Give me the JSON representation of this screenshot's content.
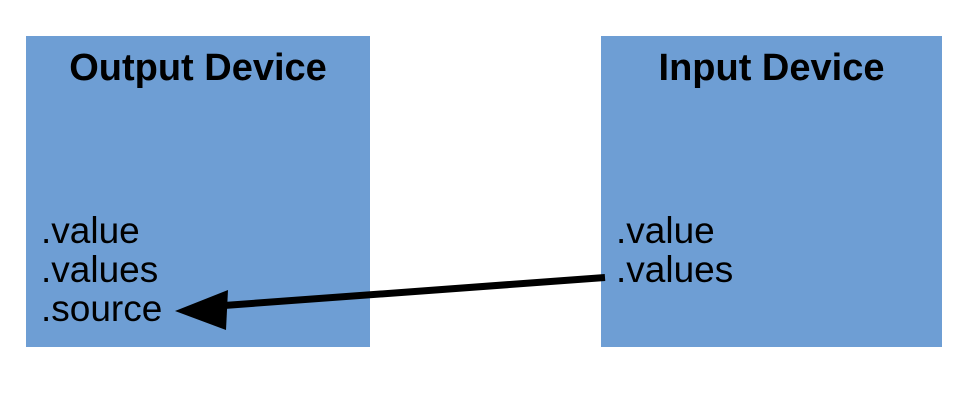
{
  "diagram": {
    "background_color": "#ffffff",
    "box_fill_color": "#6e9ed4",
    "text_color": "#000000",
    "arrow_color": "#000000",
    "boxes": [
      {
        "id": "output-device",
        "title": "Output Device",
        "properties": [
          ".value",
          ".values",
          ".source"
        ]
      },
      {
        "id": "input-device",
        "title": "Input Device",
        "properties": [
          ".value",
          ".values"
        ]
      }
    ],
    "connector": {
      "name": "values-to-source-arrow",
      "from": "input-device .values",
      "to": "output-device .source",
      "direction": "right-to-left",
      "head": "solid-triangle"
    }
  }
}
